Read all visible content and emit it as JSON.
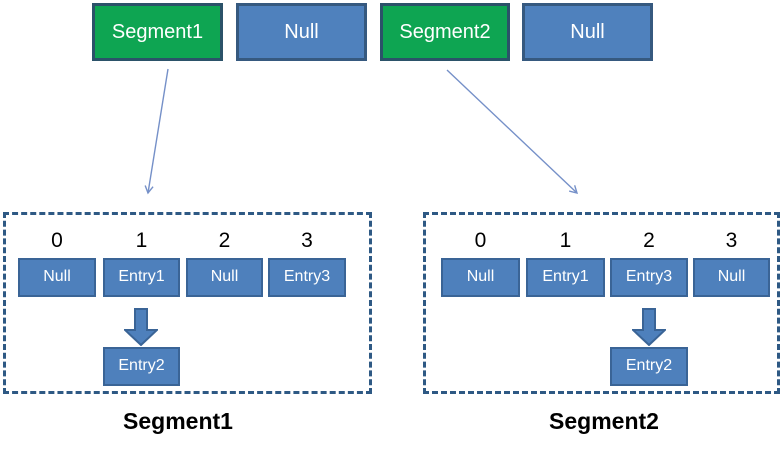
{
  "top_row": [
    {
      "label": "Segment1",
      "type": "segment"
    },
    {
      "label": "Null",
      "type": "null"
    },
    {
      "label": "Segment2",
      "type": "segment"
    },
    {
      "label": "Null",
      "type": "null"
    }
  ],
  "segments": [
    {
      "caption": "Segment1",
      "indices": [
        "0",
        "1",
        "2",
        "3"
      ],
      "cells": [
        "Null",
        "Entry1",
        "Null",
        "Entry3"
      ],
      "chain_from_index": "1",
      "chained_entry": "Entry2"
    },
    {
      "caption": "Segment2",
      "indices": [
        "0",
        "1",
        "2",
        "3"
      ],
      "cells": [
        "Null",
        "Entry1",
        "Entry3",
        "Null"
      ],
      "chain_from_index": "2",
      "chained_entry": "Entry2"
    }
  ],
  "colors": {
    "segment_green": "#0EA552",
    "segment_green_border": "#2B5269",
    "null_blue": "#4F81BD",
    "null_blue_border": "#36597F",
    "cell_blue": "#4E80BC",
    "cell_border": "#3A6496",
    "dashed_border": "#2E5984",
    "connector_arrow": "#7590C8",
    "text_light": "#FFFFFF",
    "text_dark": "#000000",
    "background": "#FFFFFF"
  }
}
